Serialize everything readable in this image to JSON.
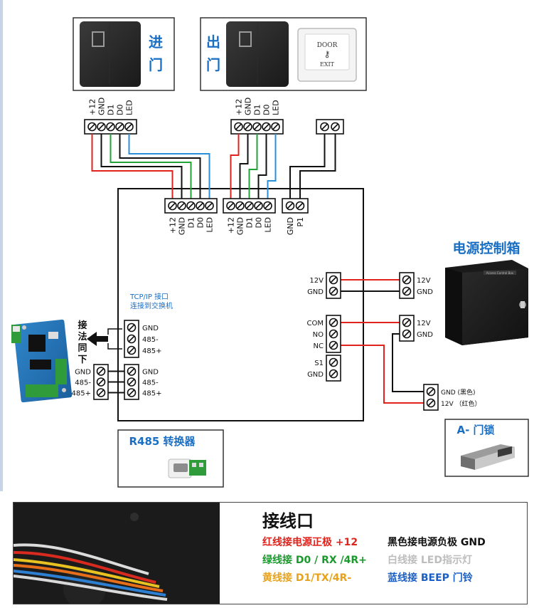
{
  "entry_reader": {
    "label_line1": "进",
    "label_line2": "门",
    "pins": [
      "+12",
      "GND",
      "D1",
      "D0",
      "LED"
    ]
  },
  "exit_reader": {
    "label_line1": "出",
    "label_line2": "门",
    "pins": [
      "+12",
      "GND",
      "D1",
      "D0",
      "LED"
    ]
  },
  "exit_button": {
    "line1": "DOOR",
    "line2": "EXIT"
  },
  "controller": {
    "reader1_pins": [
      "+12",
      "GND",
      "D1",
      "D0",
      "LED"
    ],
    "reader2_pins": [
      "+12",
      "GND",
      "D1",
      "D0",
      "LED"
    ],
    "button_pins": [
      "GND",
      "P1"
    ],
    "power_pins": [
      "12V",
      "GND"
    ],
    "relay_pins": [
      "COM",
      "NO",
      "NC"
    ],
    "sensor_pins": [
      "S1",
      "GND"
    ],
    "tcp_label_line1": "TCP/IP 接口",
    "tcp_label_line2": "连接到交换机",
    "tcp_pins": [
      "GND",
      "485-",
      "485+"
    ],
    "rs485_pins": [
      "GND",
      "485-",
      "485+"
    ]
  },
  "network_note": [
    "接",
    "法",
    "同",
    "下"
  ],
  "side_board_pins": [
    "GND",
    "485-",
    "485+"
  ],
  "power_box": {
    "title": "电源控制箱",
    "plate_text": "Access Control Box",
    "pins_a": [
      "12V",
      "GND"
    ],
    "pins_b": [
      "12V",
      "GND"
    ]
  },
  "lock": {
    "pins": [
      "GND (黑色)",
      "12V （红色）"
    ],
    "title": "A- 门锁"
  },
  "converter": {
    "title": "R485 转换器"
  },
  "legend": {
    "title": "接线口",
    "items": [
      {
        "text": "红线接电源正极 +12",
        "color": "#e0231c"
      },
      {
        "text": "黑色接电源负极 GND",
        "color": "#111111"
      },
      {
        "text": "绿线接 D0 / RX /4R+",
        "color": "#1a9a2c"
      },
      {
        "text": "白线接 LED指示灯",
        "color": "#bdbdbd"
      },
      {
        "text": "黄线接 D1/TX/4R-",
        "color": "#e8a21a"
      },
      {
        "text": "蓝线接 BEEP 门铃",
        "color": "#1a5fc4"
      }
    ]
  },
  "colors": {
    "red": "#e0231c",
    "black": "#111111",
    "green": "#22a338",
    "blue": "#2a8fd6",
    "title_blue": "#1a6fc4"
  }
}
